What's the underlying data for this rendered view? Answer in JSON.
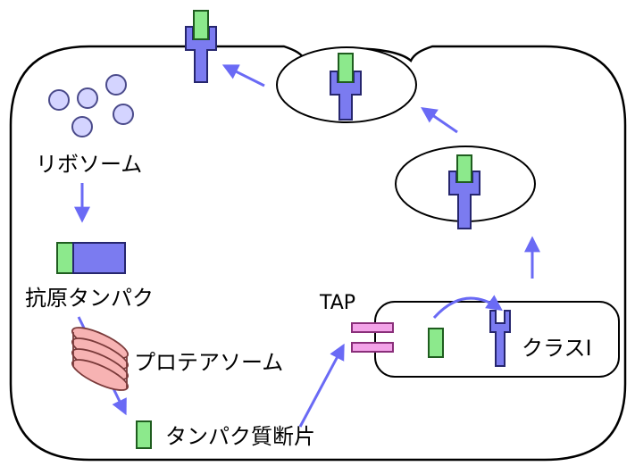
{
  "labels": {
    "ribosome": "リボソーム",
    "antigen_protein": "抗原タンパク",
    "proteasome": "プロテアソーム",
    "peptide_fragment": "タンパク質断片",
    "tap": "TAP",
    "class_one": "クラスⅠ"
  },
  "colors": {
    "cell_outline": "#000000",
    "ribosome_fill": "#d4d4ff",
    "ribosome_stroke": "#4a4a8a",
    "mhc_fill": "#7b7bf0",
    "mhc_stroke": "#26266e",
    "peptide_fill": "#8ce98c",
    "peptide_stroke": "#1f5d1f",
    "tap_fill": "#f3a3e8",
    "tap_stroke": "#8a2f7a",
    "proteasome_fill": "#f7b3b3",
    "proteasome_stroke": "#7a3a3a",
    "arrow": "#6a6af5"
  },
  "icons": {
    "ribosome": "circle-cluster",
    "mhc": "y-shaped-receptor",
    "peptide": "green-rectangle",
    "tap": "pink-bars",
    "proteasome": "barrel"
  }
}
